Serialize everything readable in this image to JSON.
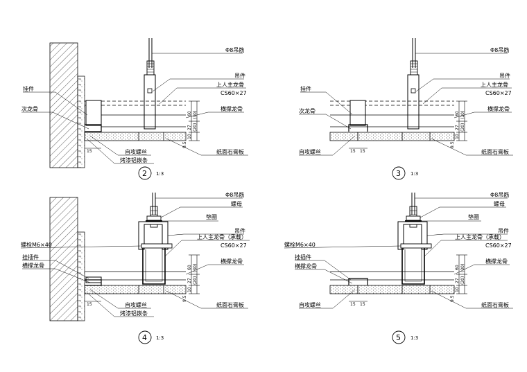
{
  "panels": [
    {
      "number": "2",
      "scale": "1:3",
      "labels": {
        "rod": "Φ8吊筋",
        "hanger": "吊件",
        "main_keel": "上人主龙骨",
        "main_keel_size": "CS60×27",
        "cross_keel": "横撑龙骨",
        "board": "纸面石膏板",
        "hang_piece": "挂件",
        "sec_keel": "次龙骨",
        "screw": "自攻螺丝",
        "trim": "烤漆铝嵌条"
      },
      "dims": {
        "v60": "60",
        "v30": "(30)",
        "v27": "27",
        "v20": "(20)",
        "v10": "10",
        "v9_5": "9.5",
        "b15": "15"
      }
    },
    {
      "number": "3",
      "scale": "1:3",
      "labels": {
        "rod": "Φ8吊筋",
        "hanger": "吊件",
        "main_keel": "上人主龙骨",
        "main_keel_size": "CS60×27",
        "cross_keel": "横撑龙骨",
        "board": "纸面石膏板",
        "hang_piece": "挂件",
        "sec_keel": "次龙骨",
        "screw": "自攻螺丝"
      },
      "dims": {
        "v60": "60",
        "v30": "(30)",
        "v27": "27",
        "v20": "(20)",
        "v10": "10",
        "v9_5": "9.5",
        "b15a": "15",
        "b15b": "15"
      }
    },
    {
      "number": "4",
      "scale": "1:3",
      "labels": {
        "rod": "Φ8吊筋",
        "nut": "螺母",
        "washer": "垫圈",
        "hanger": "吊件",
        "main_keel": "上人主龙骨（承载）",
        "main_keel_size": "CS60×27",
        "cross_keel": "横撑龙骨",
        "board": "纸面石膏板",
        "bolt": "螺栓M6×40",
        "hang_piece": "挂插件",
        "cross_keel_left": "横撑龙骨",
        "screw": "自攻螺丝",
        "trim": "烤漆铝嵌条"
      },
      "dims": {
        "v60": "60",
        "v30": "(30)",
        "v27": "27",
        "v20": "(20)",
        "v10": "10",
        "v9_5": "9.5",
        "b15": "15"
      }
    },
    {
      "number": "5",
      "scale": "1:3",
      "labels": {
        "rod": "Φ8吊筋",
        "nut": "螺母",
        "washer": "垫圈",
        "hanger": "吊件",
        "main_keel": "上人主龙骨（承载）",
        "main_keel_size": "CS60×27",
        "cross_keel": "横撑龙骨",
        "board": "纸面石膏板",
        "bolt": "螺栓M6×40",
        "hang_piece": "挂插件",
        "cross_keel_left": "横撑龙骨",
        "screw": "自攻螺丝"
      },
      "dims": {
        "v60": "60",
        "v30": "(30)",
        "v27": "27",
        "v20": "(20)",
        "v10": "10",
        "v9_5": "9.5",
        "b15a": "15",
        "b15b": "15"
      }
    }
  ],
  "colors": {
    "ink": "#000000",
    "paper": "#ffffff",
    "hatch": "#333333"
  }
}
